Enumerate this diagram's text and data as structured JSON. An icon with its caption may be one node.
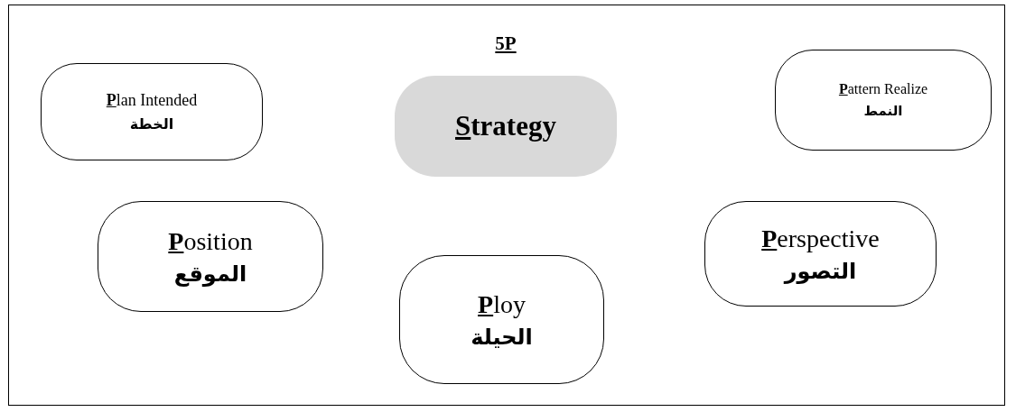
{
  "diagram": {
    "title": "5P",
    "nodes": [
      {
        "text": [
          "**P**lan Intended",
          "الخطة"
        ]
      },
      {
        "text": [
          "**S**trategy"
        ]
      },
      {
        "text": [
          "**P**attern Realize",
          "النمط"
        ]
      },
      {
        "text": [
          "**P**osition",
          "الموقع"
        ]
      },
      {
        "text": [
          "**P**loy",
          "الحيلة"
        ]
      },
      {
        "text": [
          "**P**erspective",
          "التصور"
        ]
      }
    ]
  }
}
